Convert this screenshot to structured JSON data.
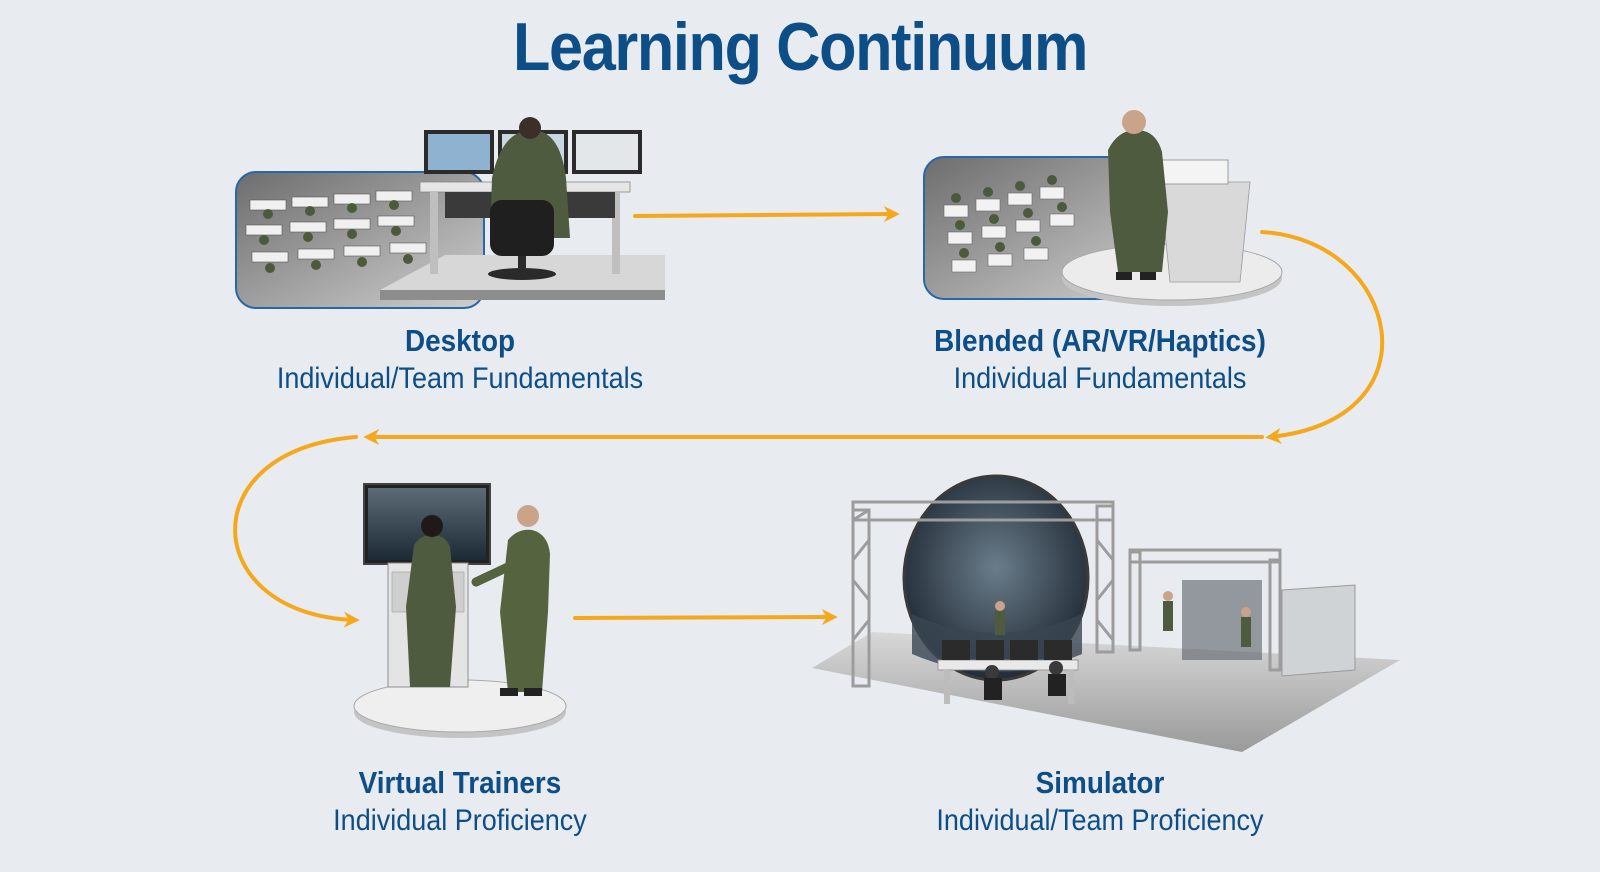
{
  "title": "Learning Continuum",
  "stages": [
    {
      "name": "Desktop",
      "subtitle": "Individual/Team Fundamentals"
    },
    {
      "name": "Blended (AR/VR/Haptics)",
      "subtitle": "Individual Fundamentals"
    },
    {
      "name": "Virtual Trainers",
      "subtitle": "Individual Proficiency"
    },
    {
      "name": "Simulator",
      "subtitle": "Individual/Team Proficiency"
    }
  ],
  "colors": {
    "title": "#0d4e87",
    "arrow": "#f5a81c",
    "frame": "#2a66a8",
    "background": "#e8ebf0"
  }
}
